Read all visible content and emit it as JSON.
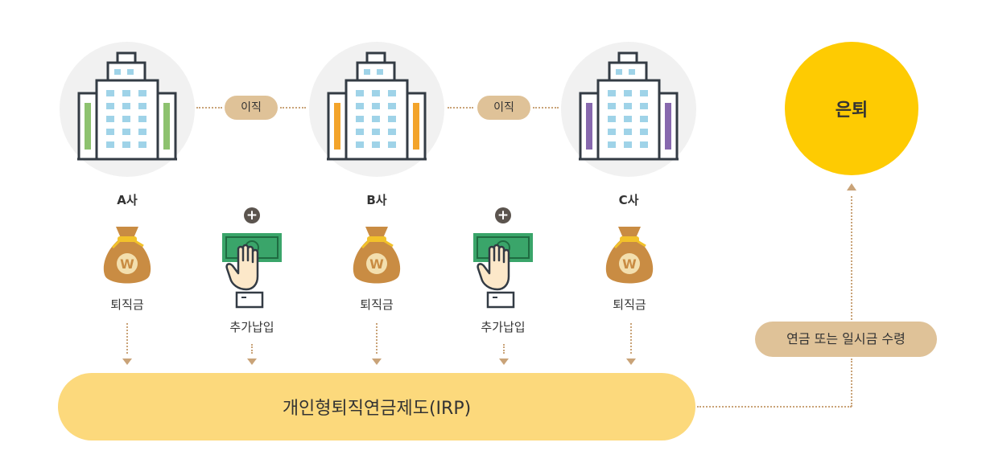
{
  "companies": [
    {
      "label": "A사",
      "accent": "#8dc26f"
    },
    {
      "label": "B사",
      "accent": "#f3a42b"
    },
    {
      "label": "C사",
      "accent": "#8768ae"
    }
  ],
  "transfer_label": "이직",
  "severance_label": "퇴직금",
  "additional_payment_label": "추가납입",
  "irp_label": "개인형퇴직연금제도(IRP)",
  "retirement_label": "은퇴",
  "receive_label": "연금 또는 일시금 수령",
  "colors": {
    "circle_bg": "#f1f1f1",
    "pill": "#dfc298",
    "irp_bar": "#fcd97c",
    "retire_circle": "#fecb02",
    "dots": "#c9a378",
    "money_green": "#3aa56a"
  }
}
